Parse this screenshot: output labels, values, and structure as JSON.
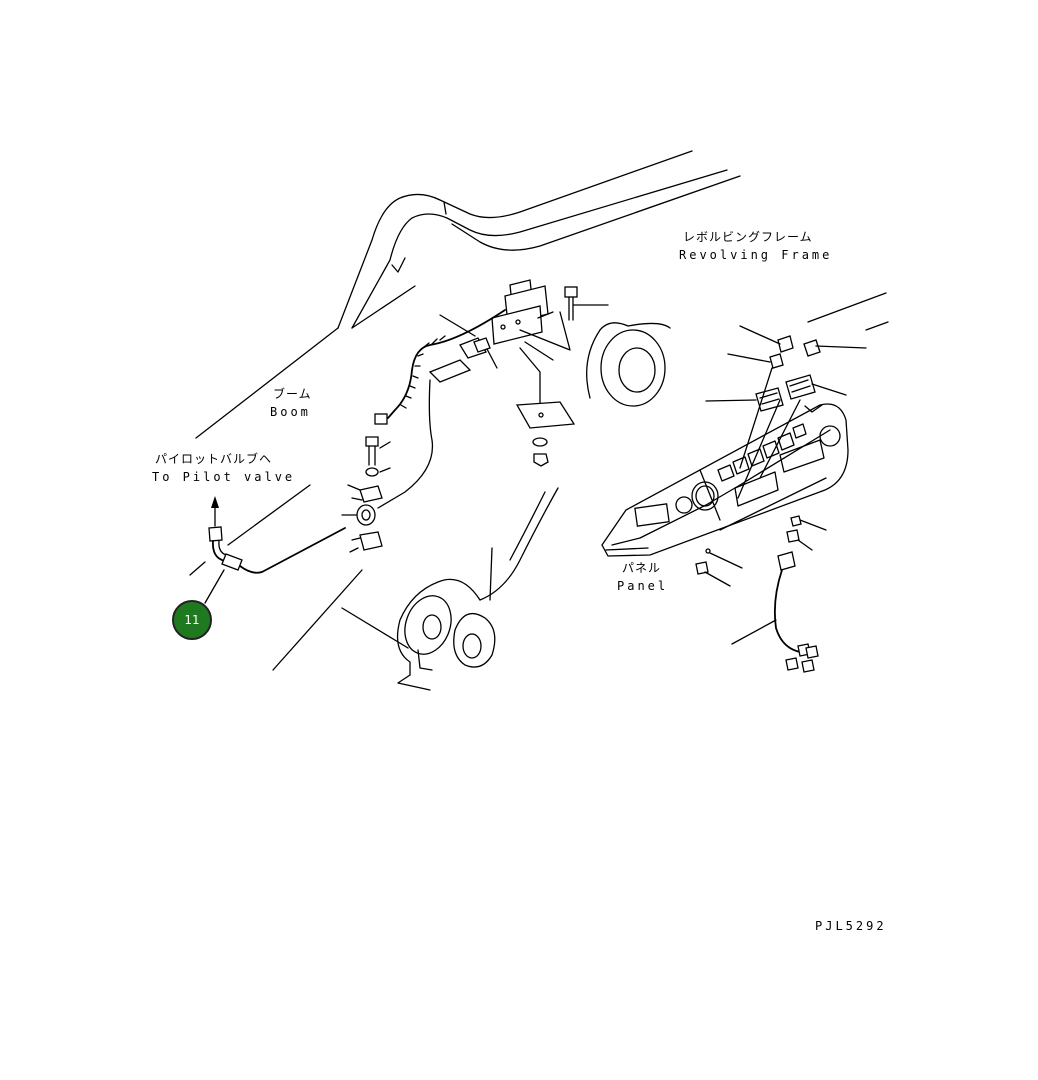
{
  "labels": {
    "revolving_frame_jp": "レボルビングフレーム",
    "revolving_frame_en": "Revolving Frame",
    "boom_jp": "ブーム",
    "boom_en": "Boom",
    "pilot_valve_jp": "パイロットバルブヘ",
    "pilot_valve_en": "To Pilot valve",
    "panel_jp": "パネル",
    "panel_en": "Panel"
  },
  "callout": {
    "number": "11",
    "color": "#1f7a1f"
  },
  "drawing_code": "PJL5292"
}
